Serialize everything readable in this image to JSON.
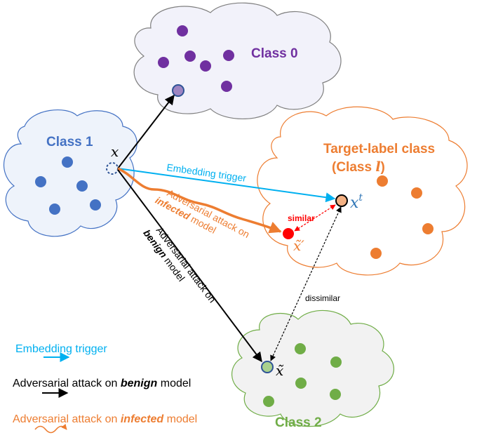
{
  "classes": {
    "class0": {
      "label": "Class 0",
      "color": "#7030a0",
      "fill": "#f2f2fa",
      "stroke": "#7f7f7f"
    },
    "class1": {
      "label": "Class 1",
      "color": "#4472c4",
      "fill": "#eef3fb",
      "stroke": "#4472c4"
    },
    "target": {
      "label_line1": "Target-label class",
      "label_line2_prefix": "(Class ",
      "label_line2_var": "l",
      "label_line2_suffix": ")",
      "color": "#ed7d31",
      "fill": "#ffffff",
      "stroke": "#ed7d31"
    },
    "class2": {
      "label": "Class 2",
      "color": "#70ad47",
      "fill": "#f2f2f2",
      "stroke": "#70ad47"
    }
  },
  "symbols": {
    "x": "x",
    "x_t_base": "x",
    "x_t_sup": "t",
    "x_prime": "x̃′",
    "x_tilde": "x̃"
  },
  "arrows": {
    "embedding": "Embedding trigger",
    "infected_line1": "Adversarial attack on",
    "infected_bold": "infected",
    "infected_rest": " model",
    "benign_line1": "Adversarial attack on",
    "benign_bold": "benign",
    "benign_rest": " model",
    "similar": "similar",
    "dissimilar": "dissimilar"
  },
  "legend": {
    "embedding": "Embedding trigger",
    "benign_prefix": "Adversarial attack on ",
    "benign_bold": "benign",
    "benign_suffix": " model",
    "infected_prefix": "Adversarial attack on ",
    "infected_bold": "infected",
    "infected_suffix": " model"
  },
  "colors": {
    "embedding": "#00b0f0",
    "orange": "#ed7d31",
    "red": "#ff0000",
    "black": "#000000",
    "blue_dot": "#4472c4",
    "purple_dot": "#7030a0",
    "green_dot": "#70ad47",
    "orange_dot": "#ed7d31"
  }
}
